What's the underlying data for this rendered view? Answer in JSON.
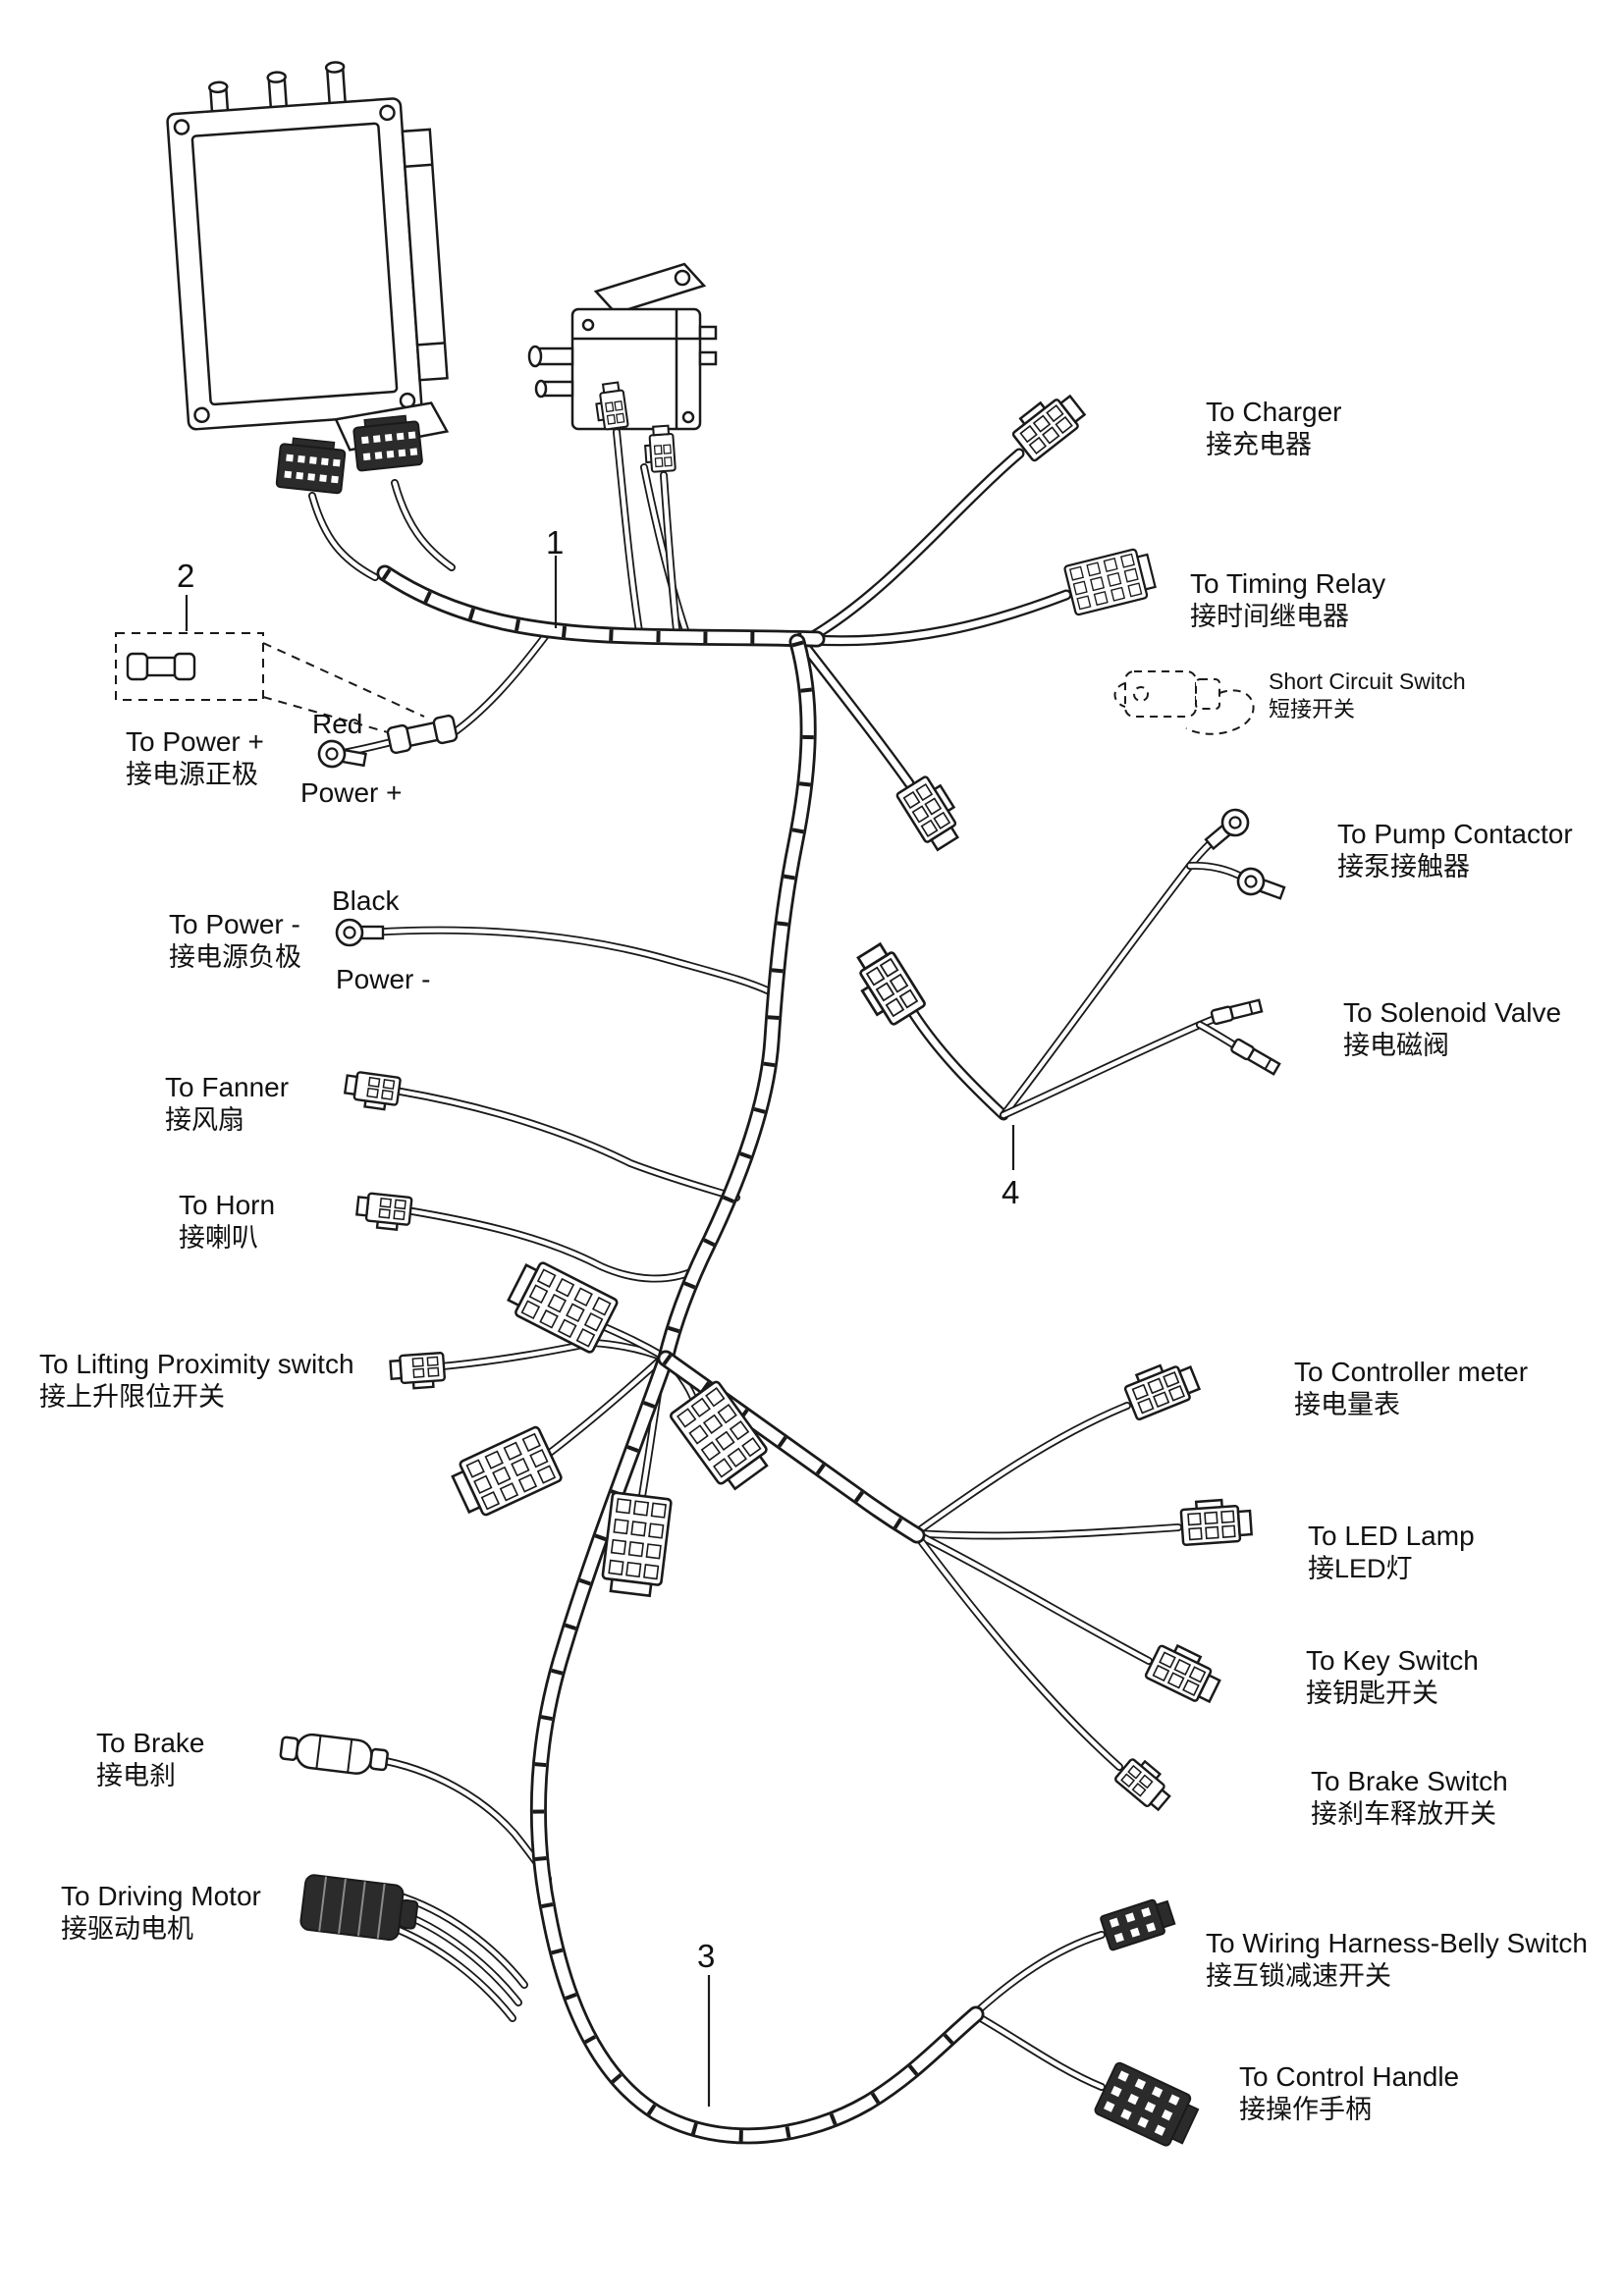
{
  "callouts": {
    "one": "1",
    "two": "2",
    "three": "3",
    "four": "4"
  },
  "labels": {
    "charger": {
      "en": "To Charger",
      "zh": "接充电器"
    },
    "timing_relay": {
      "en": "To Timing Relay",
      "zh": "接时间继电器"
    },
    "short_circuit": {
      "en": "Short Circuit Switch",
      "zh": "短接开关"
    },
    "pump_contactor": {
      "en": "To Pump Contactor",
      "zh": "接泵接触器"
    },
    "solenoid_valve": {
      "en": "To Solenoid Valve",
      "zh": "接电磁阀"
    },
    "controller_meter": {
      "en": "To Controller meter",
      "zh": "接电量表"
    },
    "led_lamp": {
      "en": "To LED Lamp",
      "zh": "接LED灯"
    },
    "key_switch": {
      "en": "To Key Switch",
      "zh": "接钥匙开关"
    },
    "brake_switch": {
      "en": "To Brake Switch",
      "zh": "接刹车释放开关"
    },
    "belly_switch": {
      "en": "To  Wiring Harness-Belly Switch",
      "zh": "接互锁减速开关"
    },
    "control_handle": {
      "en": "To Control Handle",
      "zh": "接操作手柄"
    },
    "power_plus": {
      "en": "To Power +",
      "zh": "接电源正极"
    },
    "power_minus": {
      "en": "To Power -",
      "zh": "接电源负极"
    },
    "fanner": {
      "en": "To  Fanner",
      "zh": "接风扇"
    },
    "horn": {
      "en": "To Horn",
      "zh": "接喇叭"
    },
    "lifting_proximity": {
      "en": "To  Lifting Proximity switch",
      "zh": "接上升限位开关"
    },
    "brake": {
      "en": "To  Brake",
      "zh": "接电刹"
    },
    "driving_motor": {
      "en": "To Driving Motor",
      "zh": "接驱动电机"
    }
  },
  "wire_labels": {
    "red": "Red",
    "power_plus": "Power +",
    "black": "Black",
    "power_minus": "Power -"
  },
  "colors": {
    "line": "#1a1a1a",
    "background": "#ffffff"
  }
}
